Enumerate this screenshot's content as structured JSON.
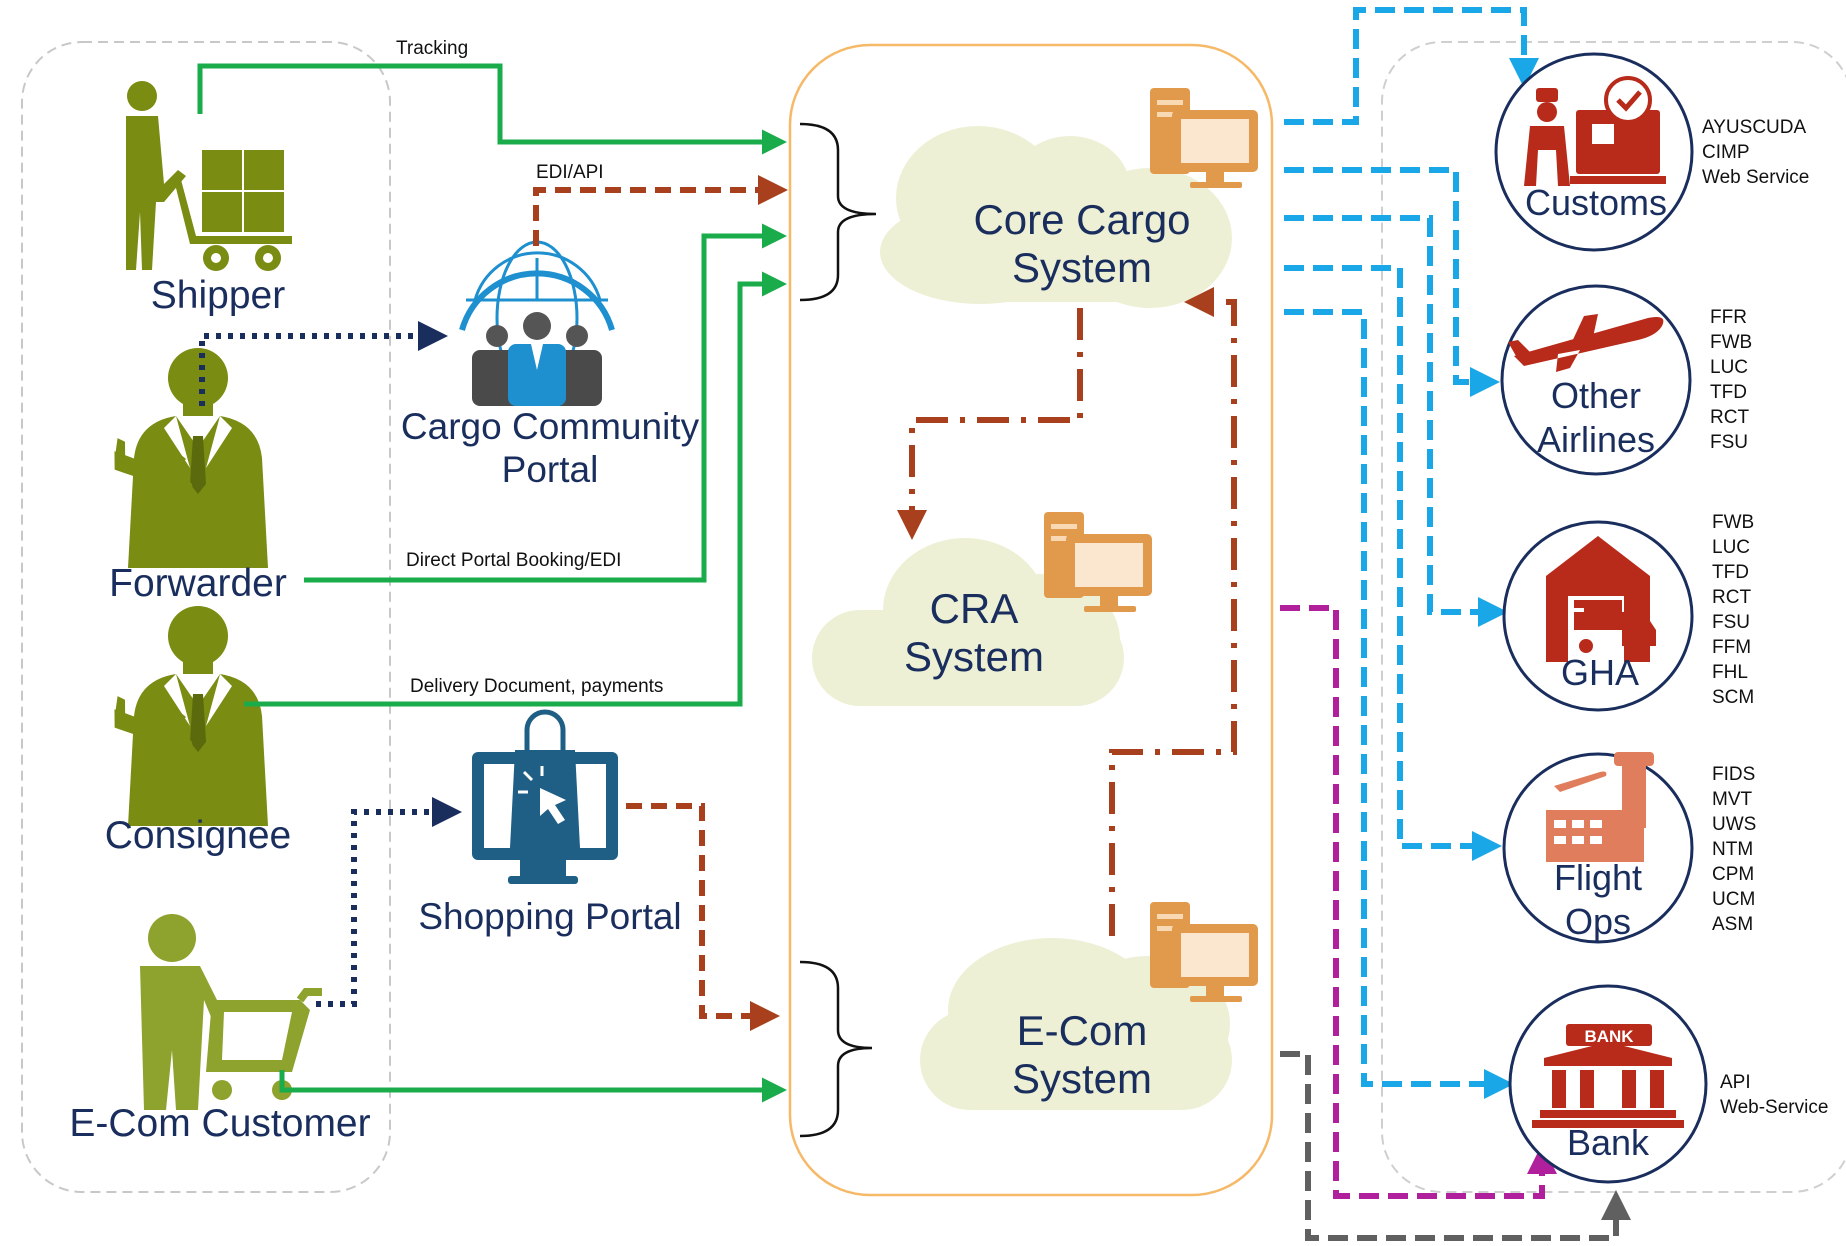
{
  "actors": {
    "shipper": "Shipper",
    "forwarder": "Forwarder",
    "consignee": "Consignee",
    "ecom_customer": "E-Com Customer"
  },
  "portals": {
    "cargo_community": [
      "Cargo Community",
      "Portal"
    ],
    "shopping": "Shopping Portal"
  },
  "systems": {
    "core_cargo": [
      "Core Cargo",
      "System"
    ],
    "cra": [
      "CRA",
      "System"
    ],
    "ecom": [
      "E-Com",
      "System"
    ]
  },
  "flows": {
    "tracking": "Tracking",
    "edi_api": "EDI/API",
    "direct_booking": "Direct Portal Booking/EDI",
    "delivery": "Delivery Document, payments"
  },
  "external": [
    {
      "key": "customs",
      "label": [
        "Customs"
      ],
      "codes": [
        "AYUSCUDA",
        "CIMP",
        "Web Service"
      ]
    },
    {
      "key": "other_airlines",
      "label": [
        "Other",
        "Airlines"
      ],
      "codes": [
        "FFR",
        "FWB",
        "LUC",
        "TFD",
        "RCT",
        "FSU"
      ]
    },
    {
      "key": "gha",
      "label": [
        "GHA"
      ],
      "codes": [
        "FWB",
        "LUC",
        "TFD",
        "RCT",
        "FSU",
        "FFM",
        "FHL",
        "SCM"
      ]
    },
    {
      "key": "flight_ops",
      "label": [
        "Flight",
        "Ops"
      ],
      "codes": [
        "FIDS",
        "MVT",
        "UWS",
        "NTM",
        "CPM",
        "UCM",
        "ASM"
      ]
    },
    {
      "key": "bank",
      "label": [
        "Bank"
      ],
      "codes": [
        "API",
        "Web-Service"
      ],
      "badge": "BANK"
    }
  ],
  "colors": {
    "olive": "#7a8c12",
    "navy": "#1a2e5e",
    "green_flow": "#1aab4a",
    "rust_flow": "#a8401e",
    "blue_flow": "#1aa7e8",
    "magenta_flow": "#b0209c",
    "gray_flow": "#606060",
    "cloud": "#eef0d6",
    "computer": "#e19a4c",
    "red_icon": "#b82a1a",
    "portal_blue": "#1e8fcf",
    "container_border": "#f5b968"
  }
}
